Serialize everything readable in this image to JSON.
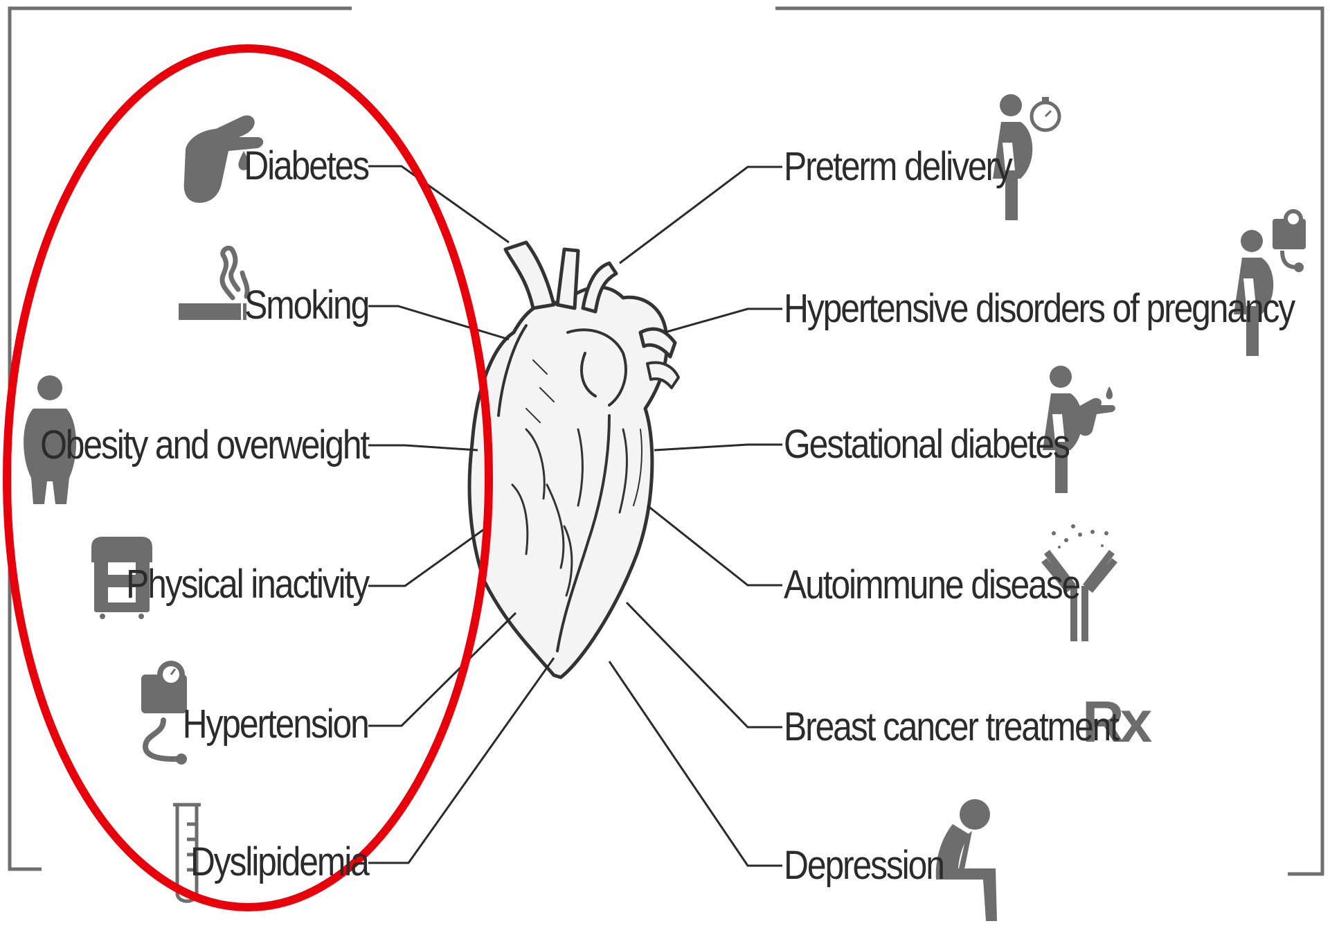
{
  "risk_factors": [
    {
      "label": "Diabetes",
      "icon": "finger-prick-icon"
    },
    {
      "label": "Smoking",
      "icon": "cigarette-icon"
    },
    {
      "label": "Obesity and overweight",
      "icon": "obese-person-icon"
    },
    {
      "label": "Physical inactivity",
      "icon": "armchair-icon"
    },
    {
      "label": "Hypertension",
      "icon": "blood-pressure-monitor-icon"
    },
    {
      "label": "Dyslipidemia",
      "icon": "test-tube-icon"
    }
  ],
  "female_specific_factors": [
    {
      "label": "Preterm delivery",
      "icon": "pregnant-woman-stopwatch-icon"
    },
    {
      "label": "Hypertensive disorders of pregnancy",
      "icon": "pregnant-woman-blood-pressure-icon"
    },
    {
      "label": "Gestational diabetes",
      "icon": "pregnant-woman-finger-prick-icon"
    },
    {
      "label": "Autoimmune disease",
      "icon": "antibody-icon"
    },
    {
      "label": "Breast cancer treatment",
      "icon": "rx-icon",
      "glyph": "Rx"
    },
    {
      "label": "Depression",
      "icon": "depressed-person-icon"
    }
  ],
  "colors": {
    "icon": "#6d6d6d",
    "leader_line": "#2a2a2a",
    "frame": "#6f6f6f",
    "highlight_ellipse": "#e8000b",
    "text": "#2b2b2b"
  }
}
